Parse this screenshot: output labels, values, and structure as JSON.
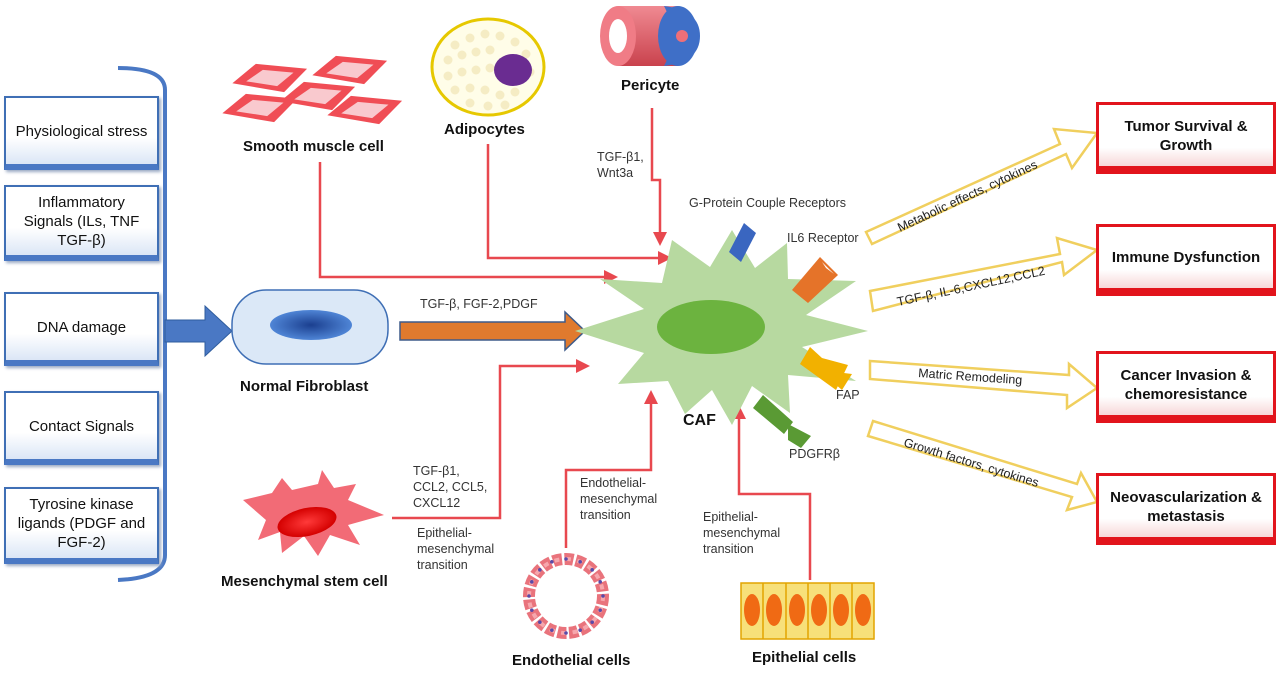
{
  "triggers": [
    "Physiological stress",
    "Inflammatory Signals (ILs, TNF TGF-β)",
    "DNA damage",
    "Contact Signals",
    "Tyrosine kinase ligands (PDGF and FGF-2)"
  ],
  "cells": {
    "smooth_muscle": "Smooth muscle cell",
    "adipocytes": "Adipocytes",
    "pericyte": "Pericyte",
    "normal_fibroblast": "Normal Fibroblast",
    "msc": "Mesenchymal stem cell",
    "endothelial": "Endothelial cells",
    "epithelial": "Epithelial cells",
    "caf": "CAF"
  },
  "signals": {
    "pericyte": [
      "TGF-β1,",
      "Wnt3a"
    ],
    "fibroblast": "TGF-β, FGF-2,PDGF",
    "msc": [
      "TGF-β1,",
      "CCL2, CCL5,",
      "CXCL12"
    ],
    "msc_emt": [
      "Epithelial-",
      "mesenchymal",
      "transition"
    ],
    "endo_emt": [
      "Endothelial-",
      "mesenchymal",
      "transition"
    ],
    "epi_emt": [
      "Epithelial-",
      "mesenchymal",
      "transition"
    ]
  },
  "receptors": {
    "gpcr": "G-Protein Couple Receptors",
    "il6": "IL6 Receptor",
    "fap": "FAP",
    "pdgfr": "PDGFRβ"
  },
  "effects": [
    "Metabolic effects, cytokines",
    "TGF-β, IL-6,CXCL12,CCL2",
    "Matric Remodeling",
    "Growth factors, cytokines"
  ],
  "outcomes": [
    "Tumor Survival & Growth",
    "Immune Dysfunction",
    "Cancer Invasion & chemoresistance",
    "Neovascularization & metastasis"
  ],
  "colors": {
    "trigger_border": "#3f6fb5",
    "outcome_border": "#e2141c",
    "flow_arrow": "#e8484f",
    "effect_arrow": "#f3d36b",
    "fibroblast_arrow": "#e07a2e",
    "caf_body": "#b7d9a0",
    "caf_nucleus": "#6cb33f"
  }
}
